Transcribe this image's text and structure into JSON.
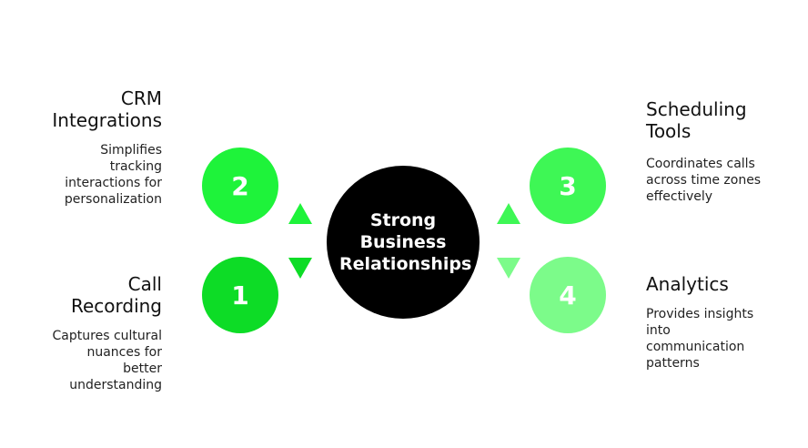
{
  "center": {
    "label": "Strong\nBusiness\nRelationships",
    "color": "#000000"
  },
  "items": [
    {
      "number": "2",
      "title": "CRM\nIntegrations",
      "description": "Simplifies\ntracking\ninteractions for\npersonalization",
      "color": "#1ef33a",
      "arrow": "up"
    },
    {
      "number": "1",
      "title": "Call\nRecording",
      "description": "Captures cultural\nnuances for\nbetter\nunderstanding",
      "color": "#0ddc26",
      "arrow": "down"
    },
    {
      "number": "3",
      "title": "Scheduling\nTools",
      "description": "Coordinates calls\nacross time zones\neffectively",
      "color": "#3ef755",
      "arrow": "up"
    },
    {
      "number": "4",
      "title": "Analytics",
      "description": "Provides insights\ninto\ncommunication\npatterns",
      "color": "#7cfb8a",
      "arrow": "down"
    }
  ]
}
